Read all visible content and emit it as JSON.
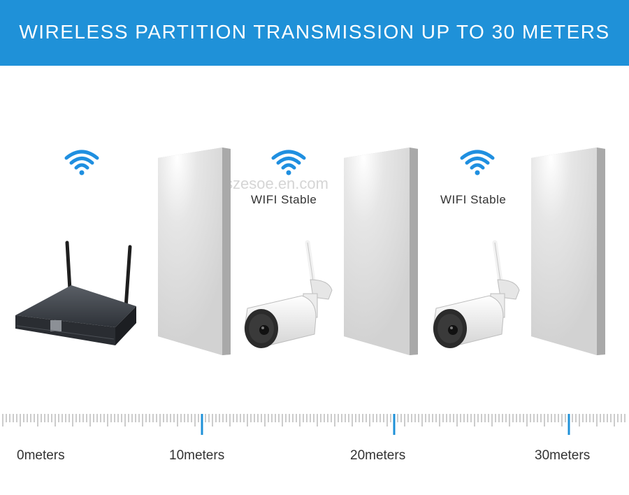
{
  "header": {
    "title": "WIRELESS PARTITION TRANSMISSION UP TO 30 METERS"
  },
  "wifi_labels": [
    "WIFI  Stable",
    "WIFI  Stable"
  ],
  "watermark": "szesoe.en.com",
  "scale": {
    "labels": [
      "0meters",
      "10meters",
      "20meters",
      "30meters"
    ]
  },
  "icons": [
    "wifi-icon",
    "nvr-device",
    "wall-panel",
    "bullet-camera"
  ],
  "colors": {
    "banner": "#1f91d8",
    "accent": "#1f91d8",
    "wifi_icon": "#1f8fe0",
    "text": "#333333"
  }
}
